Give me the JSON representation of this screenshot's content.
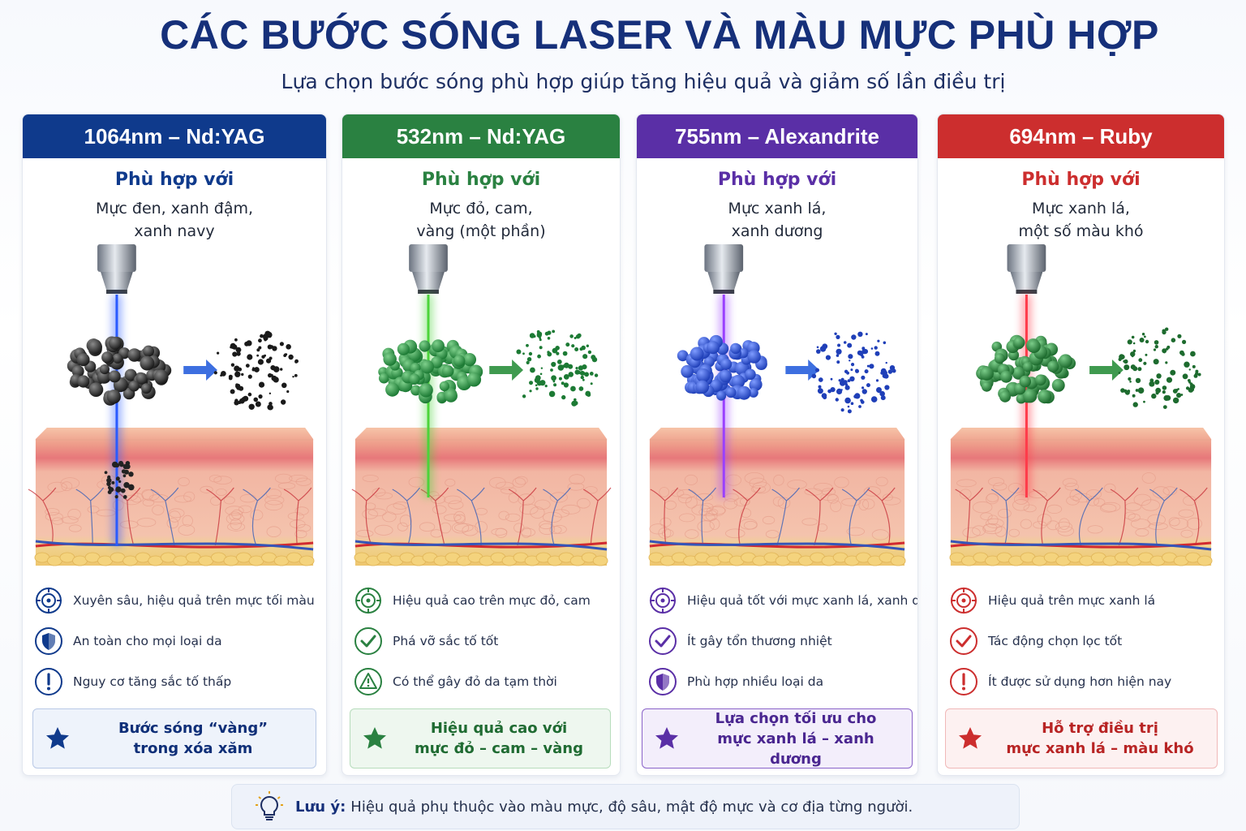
{
  "title": "CÁC BƯỚC SÓNG LASER VÀ MÀU MỰC PHÙ HỢP",
  "subtitle": "Lựa chọn bước sóng phù hợp giúp tăng hiệu quả và giảm số lần điều trị",
  "cards": [
    {
      "header": "1064nm – Nd:YAG",
      "color": "#0f3a8c",
      "beam": "#2a5bff",
      "particle": "#1a1a1a",
      "particle_hi": "#8a8a8a",
      "fit_title": "Phù hợp với",
      "fit_text": "Mực đen, xanh đậm,\nxanh navy",
      "features": [
        {
          "icon": "target-icon",
          "text": "Xuyên sâu, hiệu quả trên mực tối màu"
        },
        {
          "icon": "shield-icon",
          "text": "An toàn cho mọi loại da"
        },
        {
          "icon": "exclamation-icon",
          "text": "Nguy cơ tăng sắc tố thấp"
        }
      ],
      "summary": "Bước sóng “vàng”\ntrong xóa xăm",
      "summary_bg": "#eef3fb",
      "summary_border": "#b9c9e6",
      "summary_text": "#0f2f78"
    },
    {
      "header": "532nm – Nd:YAG",
      "color": "#2a8141",
      "beam": "#4cd43a",
      "particle": "#1c7a34",
      "particle_hi": "#7fd08c",
      "fit_title": "Phù hợp với",
      "fit_text": "Mực đỏ, cam,\nvàng (một phần)",
      "features": [
        {
          "icon": "target-icon",
          "text": "Hiệu quả cao trên mực đỏ, cam"
        },
        {
          "icon": "check-icon",
          "text": "Phá vỡ sắc tố tốt"
        },
        {
          "icon": "warning-icon",
          "text": "Có thể gây đỏ da tạm thời"
        }
      ],
      "summary": "Hiệu quả cao với\nmực đỏ – cam – vàng",
      "summary_bg": "#eef7ef",
      "summary_border": "#b7dcbc",
      "summary_text": "#1f6b32"
    },
    {
      "header": "755nm – Alexandrite",
      "color": "#5a2fa6",
      "beam": "#9a40ff",
      "particle": "#1f3fb8",
      "particle_hi": "#7f9cff",
      "fit_title": "Phù hợp với",
      "fit_text": "Mực xanh lá,\nxanh dương",
      "features": [
        {
          "icon": "target-icon",
          "text": "Hiệu quả tốt với mực xanh lá, xanh dương"
        },
        {
          "icon": "check-icon",
          "text": "Ít gây tổn thương nhiệt"
        },
        {
          "icon": "shield-icon",
          "text": "Phù hợp nhiều loại da"
        }
      ],
      "summary": "Lựa chọn tối ưu cho\nmực xanh lá – xanh dương",
      "summary_bg": "#f3eefb",
      "summary_border": "#8a63c9",
      "summary_text": "#4a2690"
    },
    {
      "header": "694nm – Ruby",
      "color": "#cc2e2e",
      "beam": "#ff3b4a",
      "particle": "#1d6b2e",
      "particle_hi": "#7ccd8a",
      "fit_title": "Phù hợp với",
      "fit_text": "Mực xanh lá,\nmột số màu khó",
      "features": [
        {
          "icon": "target-icon",
          "text": "Hiệu quả trên mực xanh lá"
        },
        {
          "icon": "check-icon",
          "text": "Tác động chọn lọc tốt"
        },
        {
          "icon": "exclamation-icon",
          "text": "Ít được sử dụng hơn hiện nay"
        }
      ],
      "summary": "Hỗ trợ điều trị\nmực xanh lá – màu khó",
      "summary_bg": "#fdf1f1",
      "summary_border": "#f0b8b8",
      "summary_text": "#b82424"
    }
  ],
  "note": {
    "label": "Lưu ý:",
    "text": "Hiệu quả phụ thuộc vào màu mực, độ sâu, mật độ mực và cơ địa từng người."
  }
}
